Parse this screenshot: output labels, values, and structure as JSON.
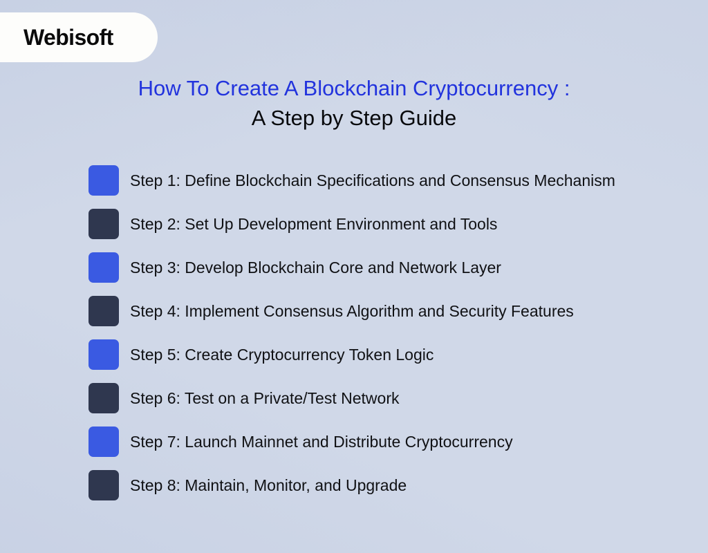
{
  "brand": {
    "logo_text": "Webisoft"
  },
  "title": {
    "line1": "How To Create A Blockchain Cryptocurrency :",
    "line2": "A Step by Step Guide"
  },
  "colors": {
    "title_accent": "#2233dd",
    "title_secondary": "#08090c",
    "marker_blue": "#3a5ae2",
    "marker_dark": "#2f374f",
    "background_light": "#f8fafd",
    "background_edge": "#d0d8e8",
    "logo_pill": "#fdfdfb",
    "step_text": "#101114"
  },
  "steps": [
    {
      "label": "Step 1: Define Blockchain Specifications and Consensus Mechanism",
      "marker_color": "#3a5ae2",
      "marker_variant": "blue"
    },
    {
      "label": "Step 2: Set Up Development Environment and Tools",
      "marker_color": "#2f374f",
      "marker_variant": "dark"
    },
    {
      "label": "Step 3: Develop Blockchain Core and Network Layer",
      "marker_color": "#3a5ae2",
      "marker_variant": "blue"
    },
    {
      "label": "Step 4: Implement Consensus Algorithm and Security Features",
      "marker_color": "#2f374f",
      "marker_variant": "dark"
    },
    {
      "label": "Step 5: Create Cryptocurrency Token Logic",
      "marker_color": "#3a5ae2",
      "marker_variant": "blue"
    },
    {
      "label": "Step 6: Test on a Private/Test Network",
      "marker_color": "#2f374f",
      "marker_variant": "dark"
    },
    {
      "label": "Step 7: Launch Mainnet and Distribute Cryptocurrency",
      "marker_color": "#3a5ae2",
      "marker_variant": "blue"
    },
    {
      "label": "Step 8: Maintain, Monitor, and Upgrade",
      "marker_color": "#2f374f",
      "marker_variant": "dark"
    }
  ]
}
